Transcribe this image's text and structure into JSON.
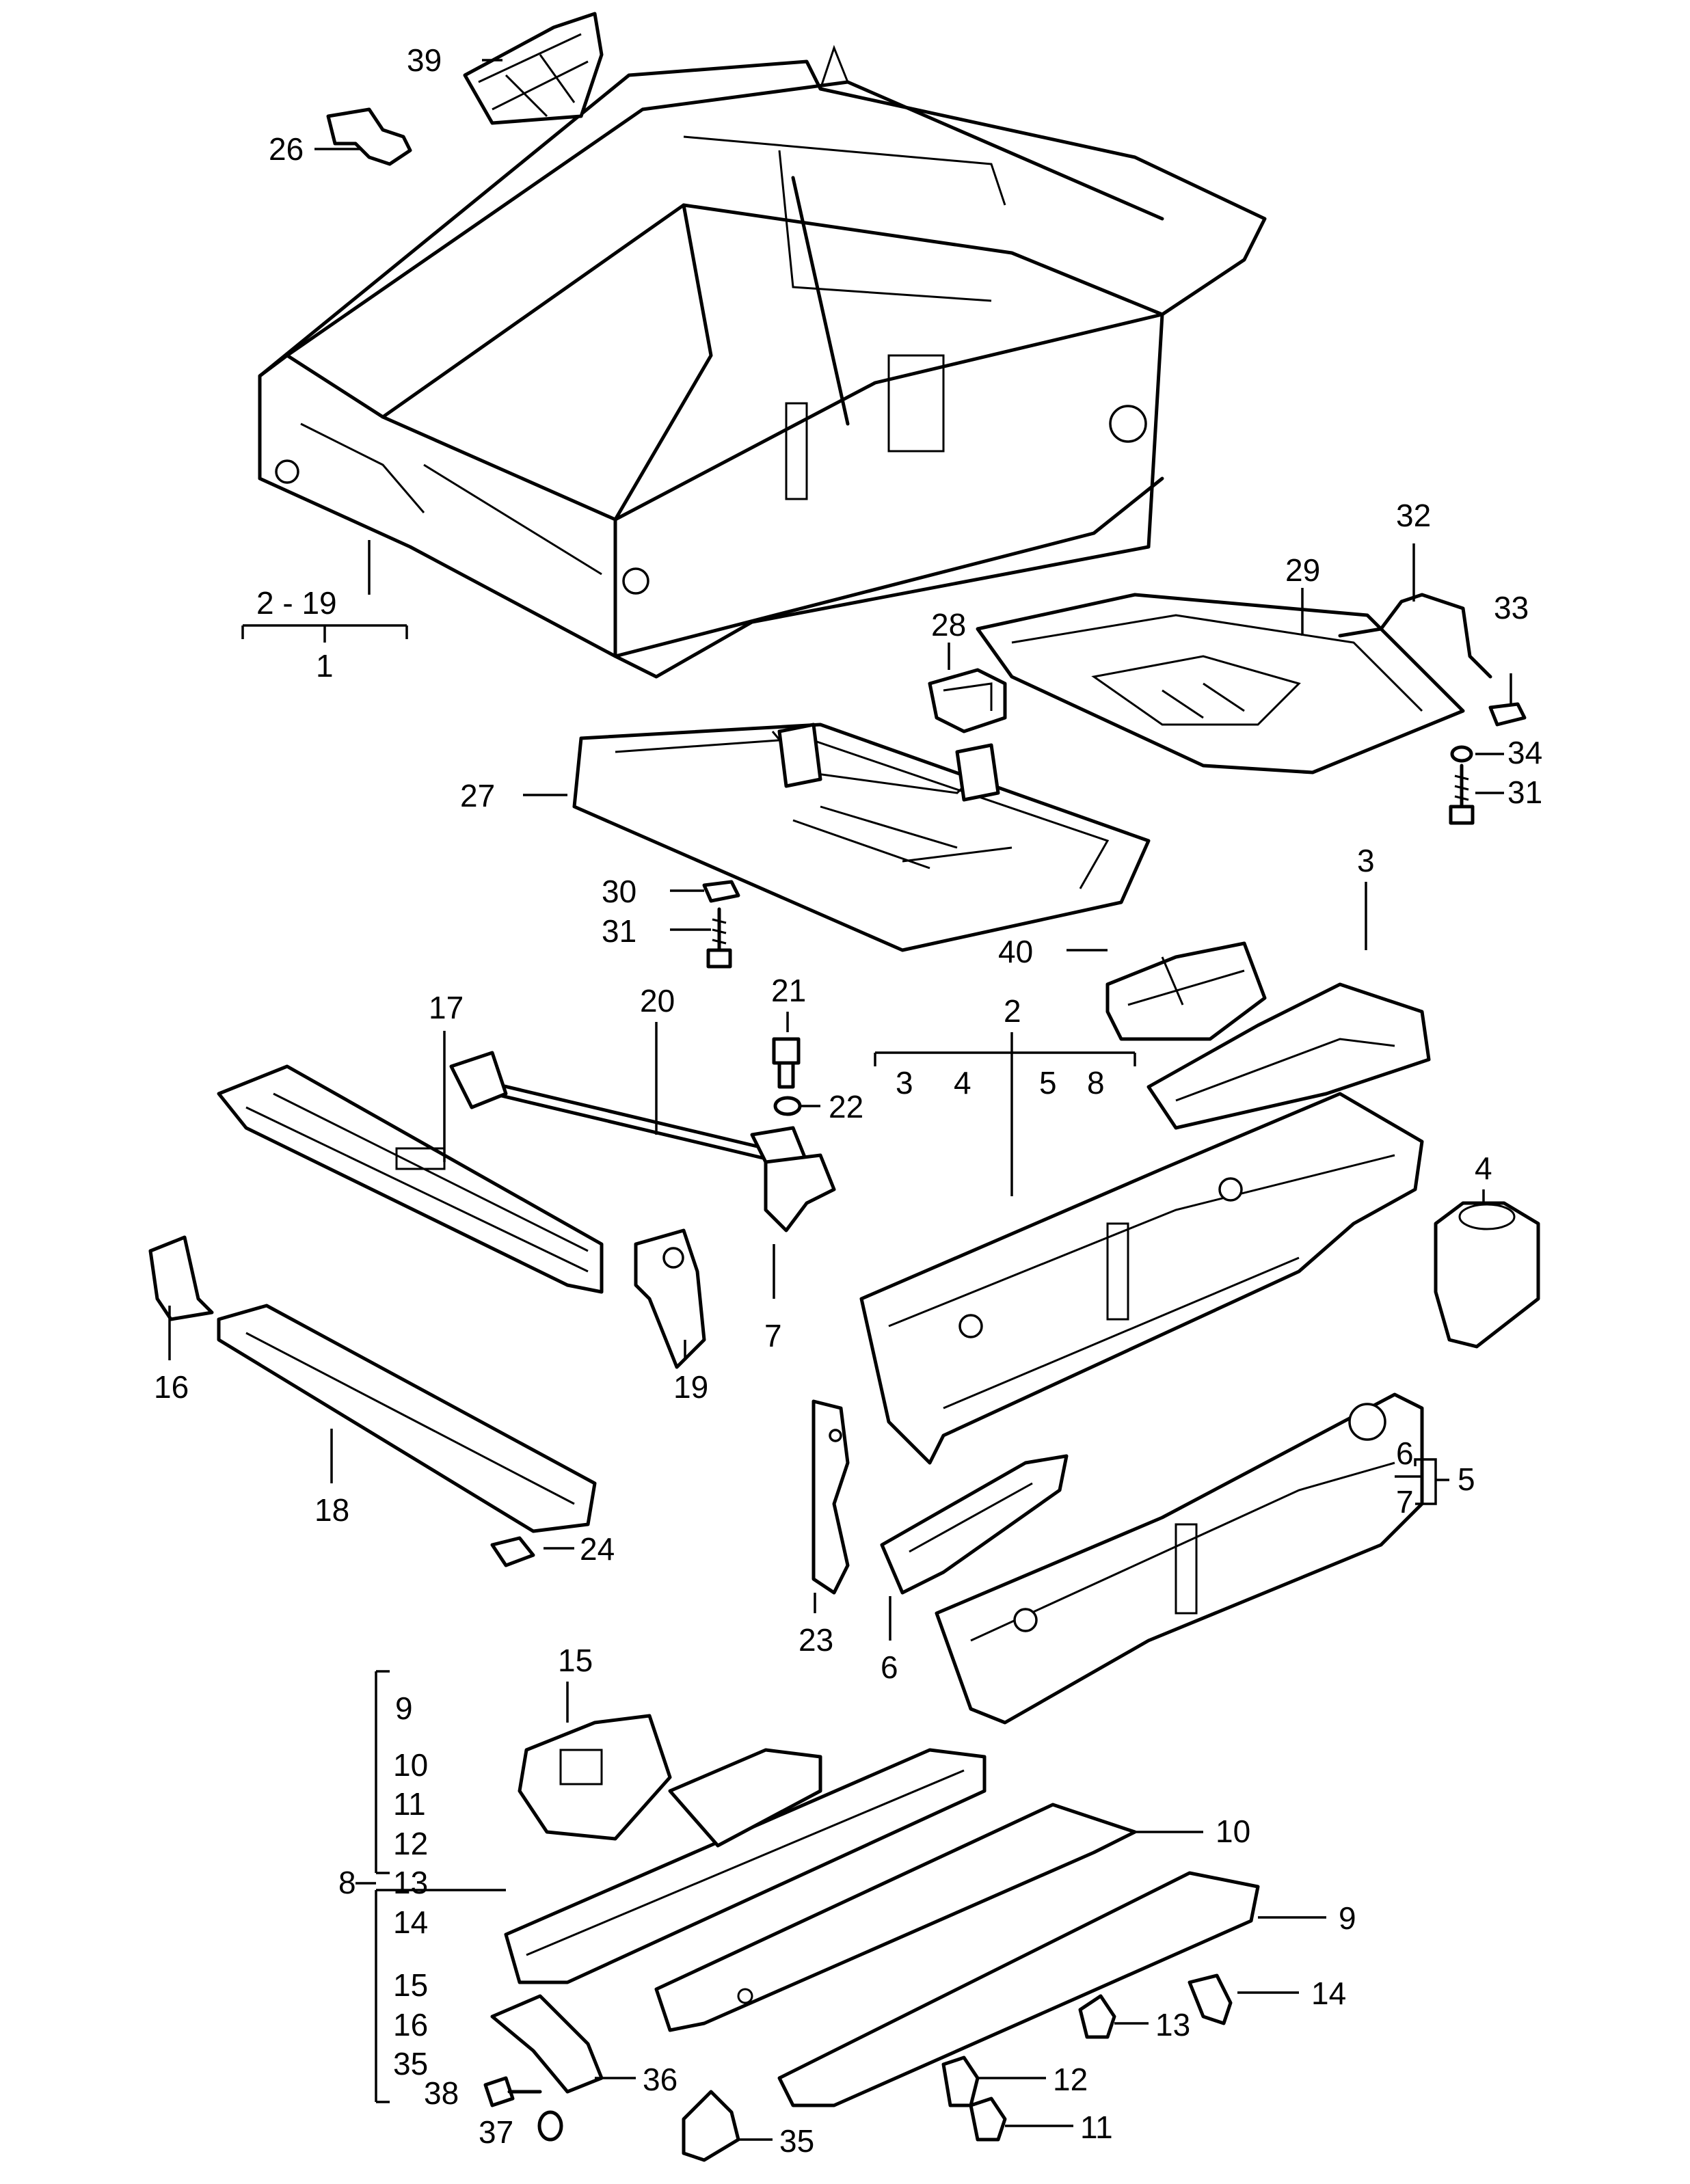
{
  "diagram": {
    "labels": {
      "l39": "39",
      "l26": "26",
      "l1": "1",
      "l2_19": "2 - 19",
      "l28": "28",
      "l29": "29",
      "l32": "32",
      "l33": "33",
      "l34": "34",
      "l31a": "31",
      "l27": "27",
      "l30": "30",
      "l31b": "31",
      "l40": "40",
      "l3": "3",
      "l20": "20",
      "l21": "21",
      "l22": "22",
      "l17": "17",
      "l7": "7",
      "l2": "2",
      "l2s3": "3",
      "l2s4": "4",
      "l2s5": "5",
      "l2s8": "8",
      "l4": "4",
      "l16": "16",
      "l18": "18",
      "l19": "19",
      "l24": "24",
      "l23": "23",
      "l6a": "6",
      "l6b": "6",
      "l7b": "7",
      "l5": "5",
      "l15": "15",
      "l8": "8",
      "g9": "9",
      "g10": "10",
      "g11": "11",
      "g12": "12",
      "g13": "13",
      "g14": "14",
      "g15": "15",
      "g16": "16",
      "g35": "35",
      "r10": "10",
      "r9": "9",
      "r14": "14",
      "r13": "13",
      "r12": "12",
      "r11": "11",
      "l36": "36",
      "l38": "38",
      "l37": "37",
      "l35": "35"
    }
  }
}
